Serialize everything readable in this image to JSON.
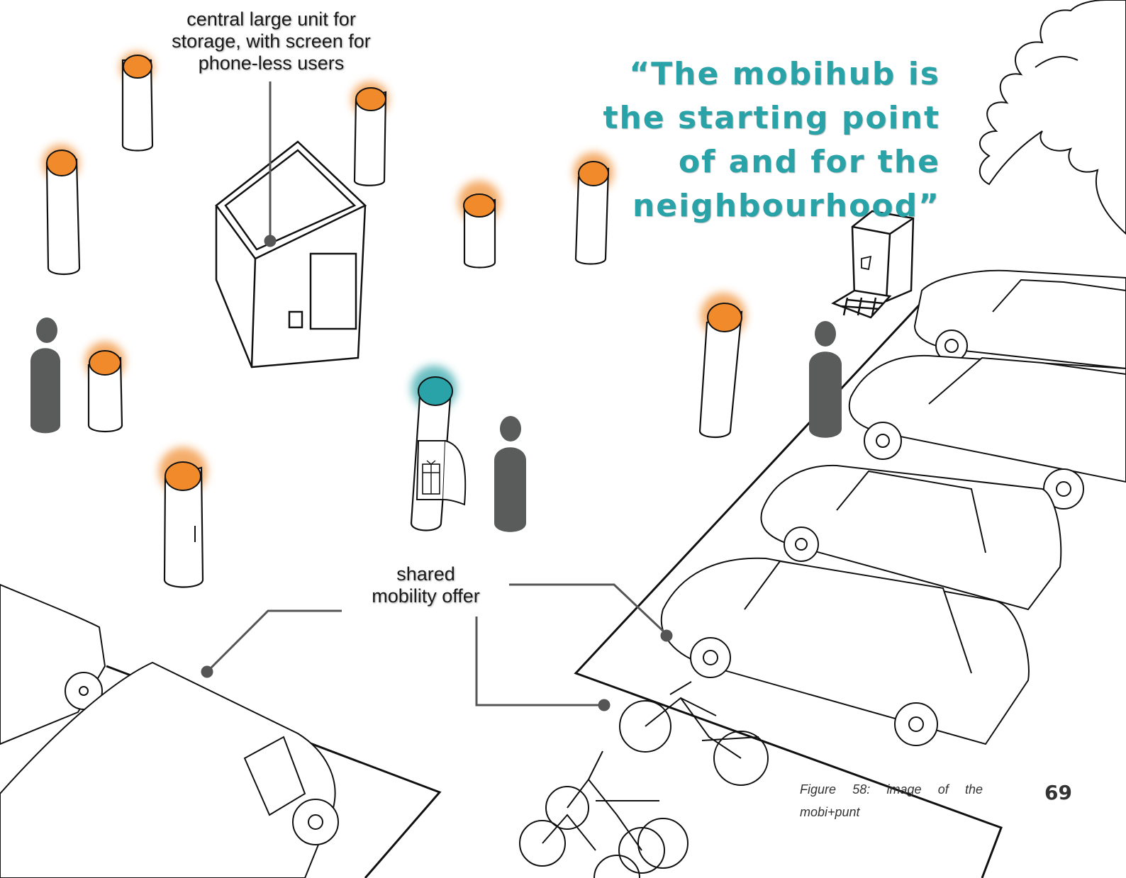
{
  "labels": {
    "central_unit": [
      "central large unit for",
      "storage, with screen for",
      "phone-less users"
    ],
    "shared_mobility": [
      "shared",
      "mobility offer"
    ]
  },
  "quote": [
    "“The mobihub is",
    "the starting point",
    "of and for the",
    "neighbourhood”"
  ],
  "caption": "Figure 58: image of the mobi+punt",
  "page_number": "69",
  "colors": {
    "quote_teal": "#2aa3a8",
    "bollard_glow_orange": "#f08a2a",
    "bollard_glow_teal": "#2aa3a8",
    "figure_gray": "#5a5c5c",
    "leader_line": "#555555"
  }
}
